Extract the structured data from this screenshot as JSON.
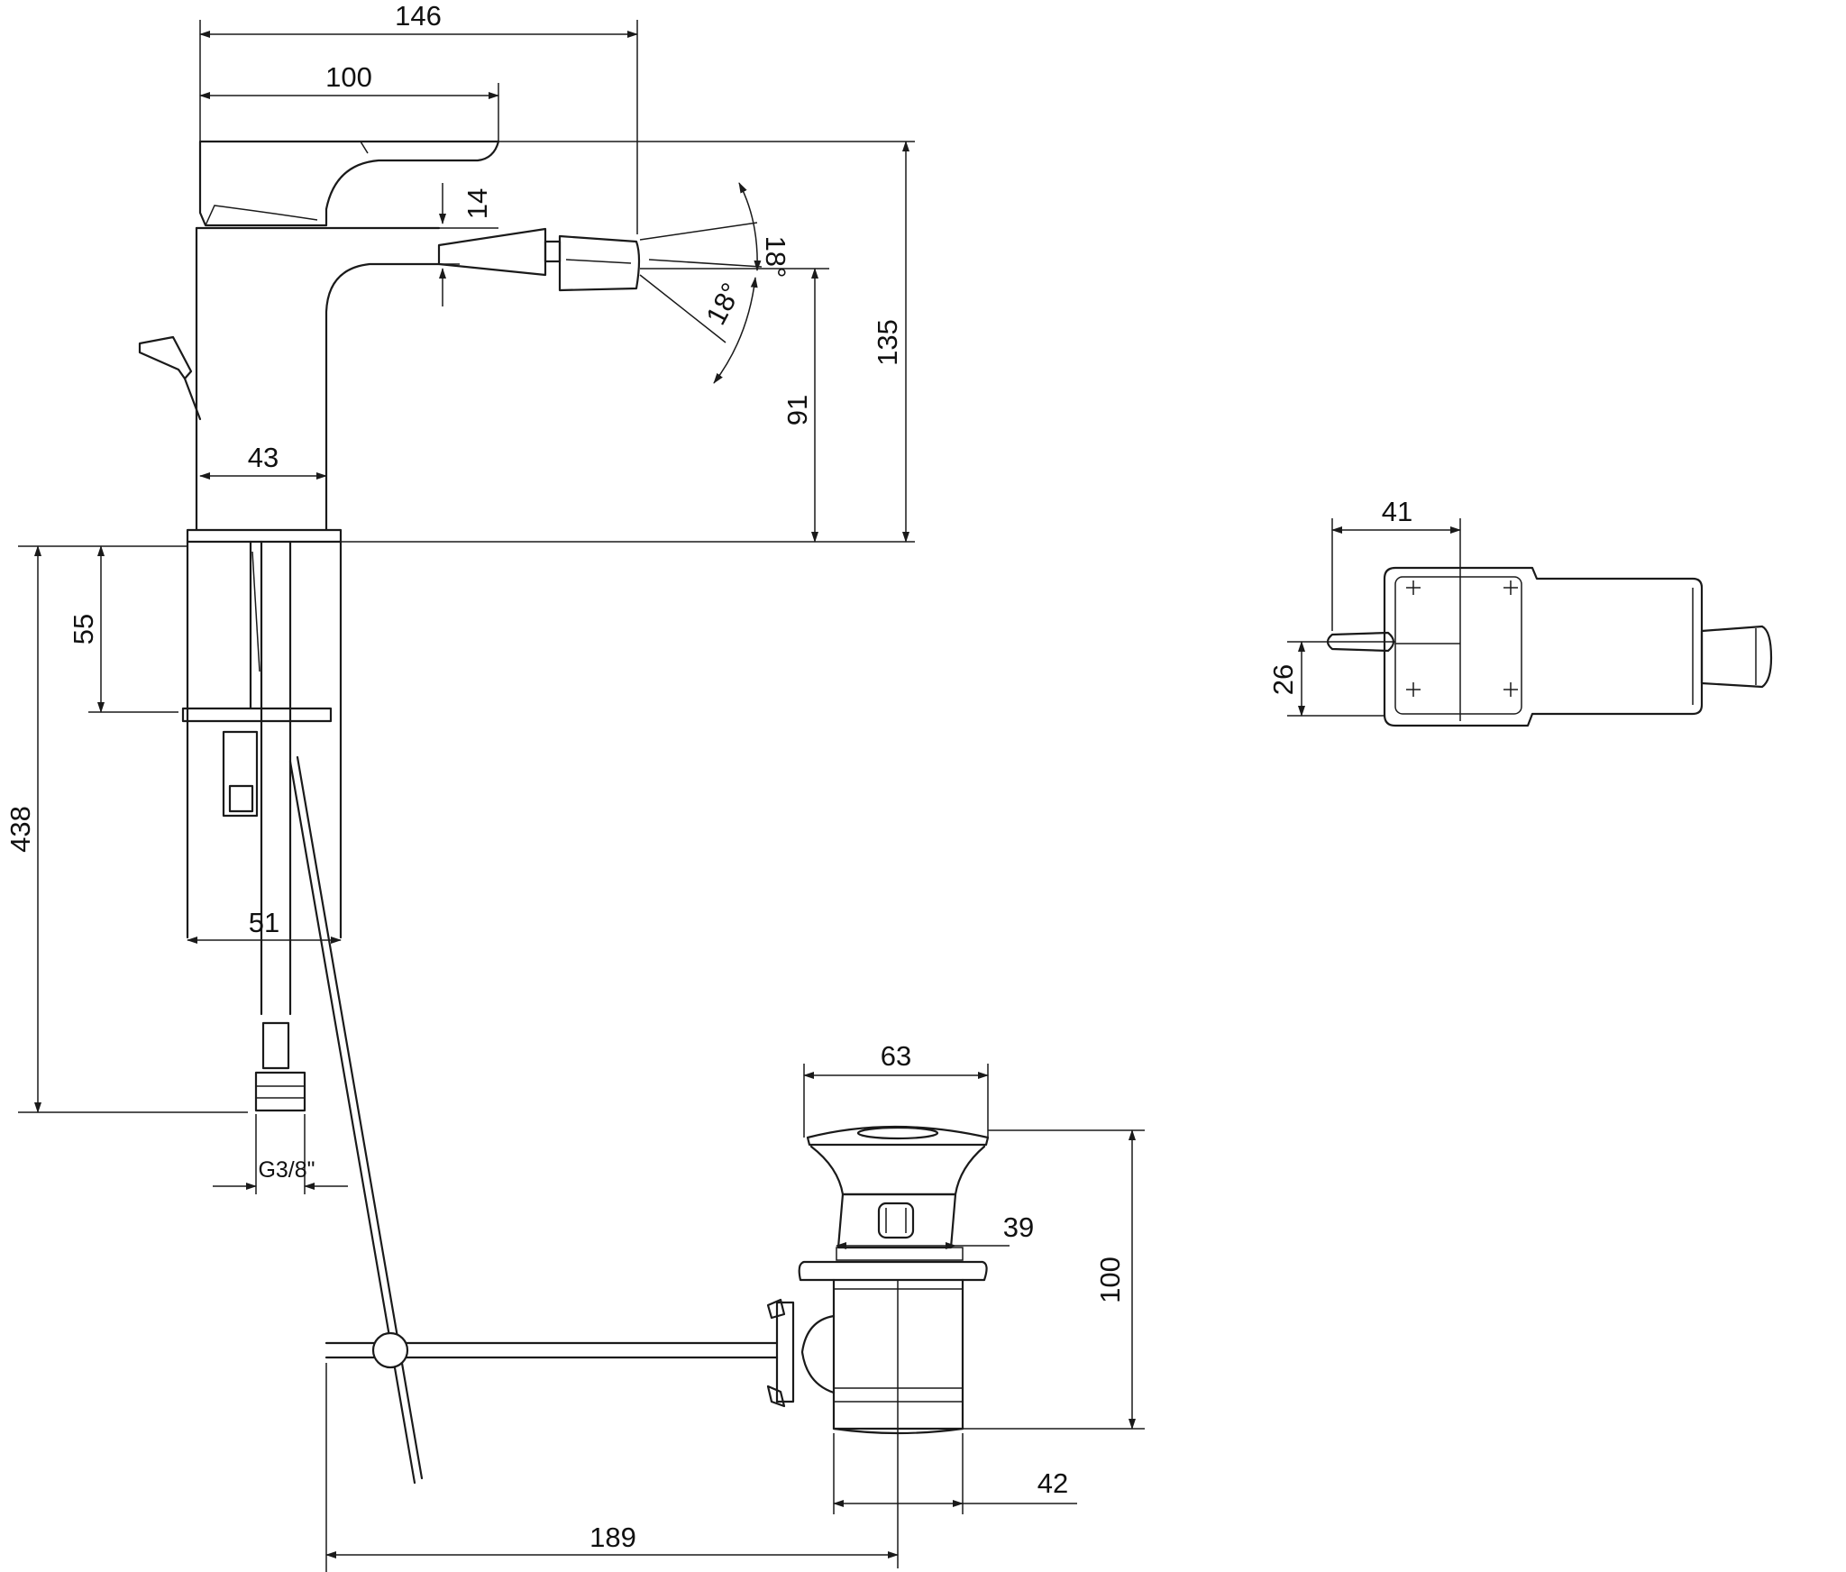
{
  "dimensions": {
    "spout_reach_total": "146",
    "lever_length": "100",
    "aerator_diameter": "14",
    "spray_angle_up": "18°",
    "spray_angle_down": "18°",
    "total_height": "135",
    "spout_height": "91",
    "body_width": "43",
    "rod_above_plate": "55",
    "hose_length": "438",
    "base_diameter": "51",
    "connection_thread": "G3/8\"",
    "top_view_length": "41",
    "top_view_width": "26",
    "drain_flange": "63",
    "drain_body": "39",
    "drain_height": "100",
    "drain_outlet": "42",
    "pop_up_rod_reach": "189"
  },
  "colors": {
    "line": "#1a1a1a",
    "background": "#ffffff"
  }
}
